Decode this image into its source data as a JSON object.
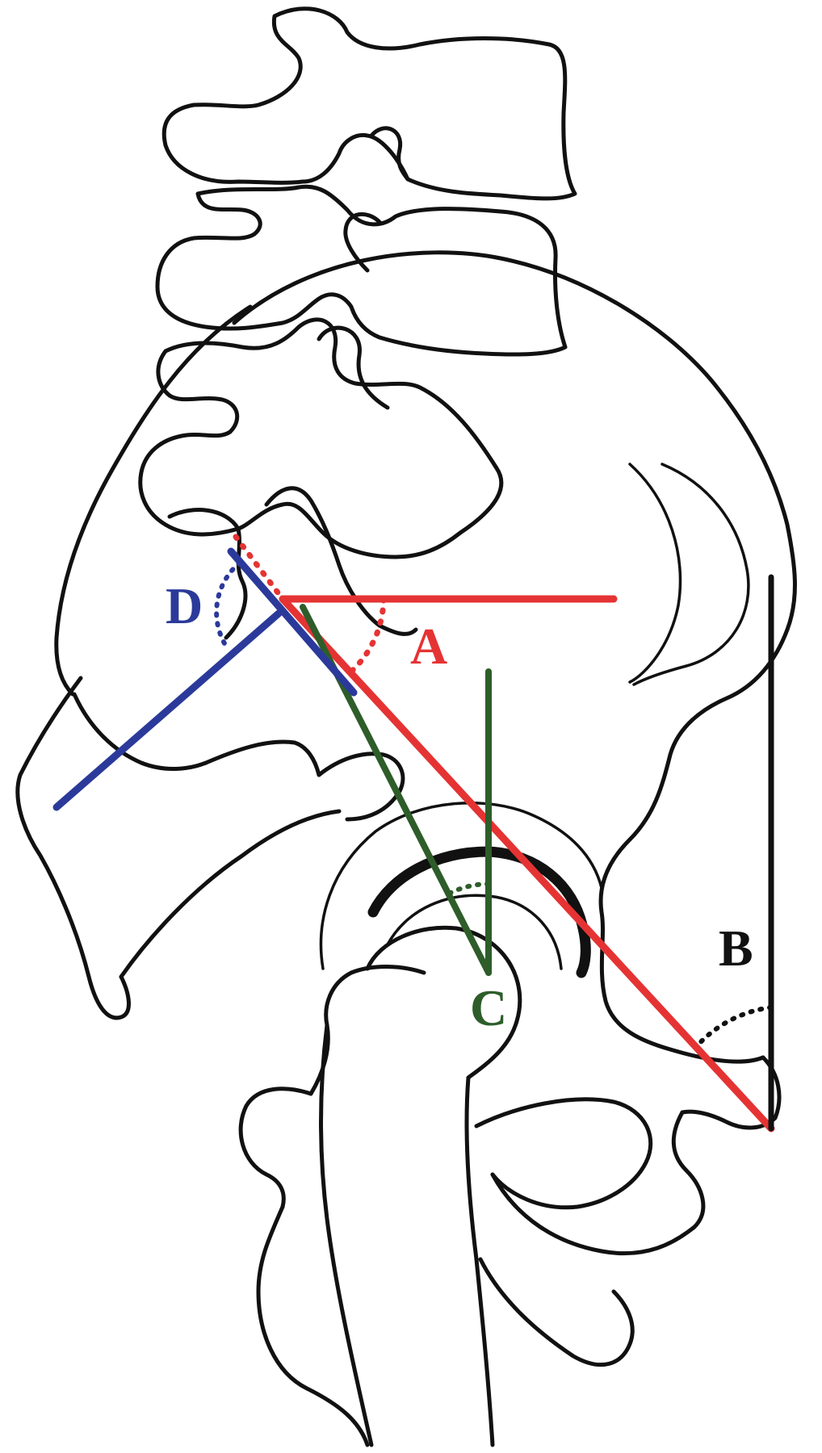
{
  "labels": {
    "a": "A",
    "b": "B",
    "c": "C",
    "d": "D"
  },
  "colors": {
    "outline": "#111111",
    "angle_a": "#e53333",
    "angle_b": "#111111",
    "angle_c": "#2e5d2a",
    "angle_d": "#2b3a9a"
  }
}
